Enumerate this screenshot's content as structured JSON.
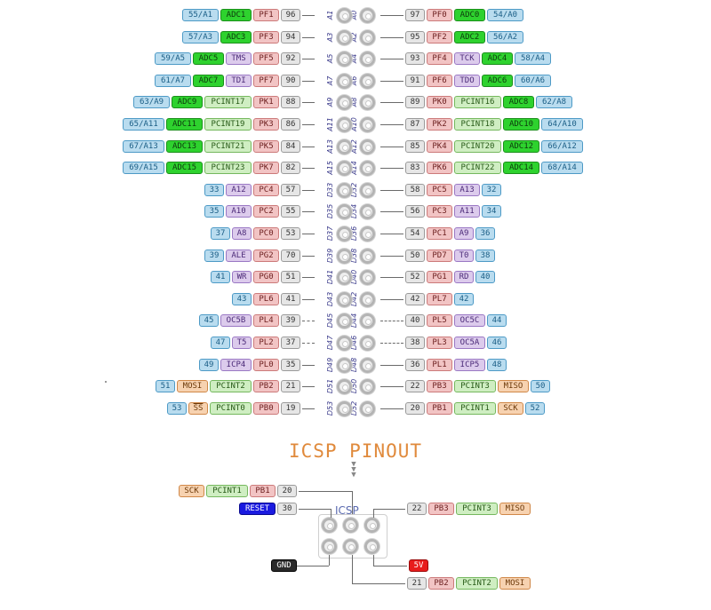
{
  "colors": {
    "arduino": {
      "bg": "#b9dcef",
      "border": "#4d9ac6",
      "text": "#1b5e86"
    },
    "adc": {
      "bg": "#2ed22e",
      "border": "#1a8f1a",
      "text": "#0d3a0d"
    },
    "port": {
      "bg": "#f2c4c4",
      "border": "#cc7a7a",
      "text": "#6d2020"
    },
    "pin": {
      "bg": "#e6e6e6",
      "border": "#9a9a9a",
      "text": "#333333"
    },
    "pcint": {
      "bg": "#cfeec2",
      "border": "#75b85e",
      "text": "#275a17"
    },
    "func": {
      "bg": "#dccbec",
      "border": "#9a78c4",
      "text": "#4b2a78"
    },
    "serial": {
      "bg": "#f7d2b0",
      "border": "#d08848",
      "text": "#6d3a0a"
    },
    "reset": {
      "bg": "#1a1ae0",
      "border": "#0a0a90",
      "text": "#ffffff"
    },
    "gnd": {
      "bg": "#2a2a2a",
      "border": "#000000",
      "text": "#ffffff"
    },
    "power": {
      "bg": "#e81c1c",
      "border": "#9a0a0a",
      "text": "#ffffff"
    }
  },
  "header": {
    "rows": [
      {
        "left": [
          [
            "55/A1",
            "arduino"
          ],
          [
            "ADC1",
            "adc"
          ],
          [
            "PF1",
            "port"
          ],
          [
            "96",
            "pin"
          ]
        ],
        "lp": "A1",
        "rp": "A0",
        "right": [
          [
            "97",
            "pin"
          ],
          [
            "PF0",
            "port"
          ],
          [
            "ADC0",
            "adc"
          ],
          [
            "54/A0",
            "arduino"
          ]
        ]
      },
      {
        "left": [
          [
            "57/A3",
            "arduino"
          ],
          [
            "ADC3",
            "adc"
          ],
          [
            "PF3",
            "port"
          ],
          [
            "94",
            "pin"
          ]
        ],
        "lp": "A3",
        "rp": "A2",
        "right": [
          [
            "95",
            "pin"
          ],
          [
            "PF2",
            "port"
          ],
          [
            "ADC2",
            "adc"
          ],
          [
            "56/A2",
            "arduino"
          ]
        ]
      },
      {
        "left": [
          [
            "59/A5",
            "arduino"
          ],
          [
            "ADC5",
            "adc"
          ],
          [
            "TMS",
            "func"
          ],
          [
            "PF5",
            "port"
          ],
          [
            "92",
            "pin"
          ]
        ],
        "lp": "A5",
        "rp": "A4",
        "right": [
          [
            "93",
            "pin"
          ],
          [
            "PF4",
            "port"
          ],
          [
            "TCK",
            "func"
          ],
          [
            "ADC4",
            "adc"
          ],
          [
            "58/A4",
            "arduino"
          ]
        ]
      },
      {
        "left": [
          [
            "61/A7",
            "arduino"
          ],
          [
            "ADC7",
            "adc"
          ],
          [
            "TDI",
            "func"
          ],
          [
            "PF7",
            "port"
          ],
          [
            "90",
            "pin"
          ]
        ],
        "lp": "A7",
        "rp": "A6",
        "right": [
          [
            "91",
            "pin"
          ],
          [
            "PF6",
            "port"
          ],
          [
            "TDO",
            "func"
          ],
          [
            "ADC6",
            "adc"
          ],
          [
            "60/A6",
            "arduino"
          ]
        ]
      },
      {
        "left": [
          [
            "63/A9",
            "arduino"
          ],
          [
            "ADC9",
            "adc"
          ],
          [
            "PCINT17",
            "pcint"
          ],
          [
            "PK1",
            "port"
          ],
          [
            "88",
            "pin"
          ]
        ],
        "lp": "A9",
        "rp": "A8",
        "right": [
          [
            "89",
            "pin"
          ],
          [
            "PK0",
            "port"
          ],
          [
            "PCINT16",
            "pcint"
          ],
          [
            "ADC8",
            "adc"
          ],
          [
            "62/A8",
            "arduino"
          ]
        ]
      },
      {
        "left": [
          [
            "65/A11",
            "arduino"
          ],
          [
            "ADC11",
            "adc"
          ],
          [
            "PCINT19",
            "pcint"
          ],
          [
            "PK3",
            "port"
          ],
          [
            "86",
            "pin"
          ]
        ],
        "lp": "A11",
        "rp": "A10",
        "right": [
          [
            "87",
            "pin"
          ],
          [
            "PK2",
            "port"
          ],
          [
            "PCINT18",
            "pcint"
          ],
          [
            "ADC10",
            "adc"
          ],
          [
            "64/A10",
            "arduino"
          ]
        ]
      },
      {
        "left": [
          [
            "67/A13",
            "arduino"
          ],
          [
            "ADC13",
            "adc"
          ],
          [
            "PCINT21",
            "pcint"
          ],
          [
            "PK5",
            "port"
          ],
          [
            "84",
            "pin"
          ]
        ],
        "lp": "A13",
        "rp": "A12",
        "right": [
          [
            "85",
            "pin"
          ],
          [
            "PK4",
            "port"
          ],
          [
            "PCINT20",
            "pcint"
          ],
          [
            "ADC12",
            "adc"
          ],
          [
            "66/A12",
            "arduino"
          ]
        ]
      },
      {
        "left": [
          [
            "69/A15",
            "arduino"
          ],
          [
            "ADC15",
            "adc"
          ],
          [
            "PCINT23",
            "pcint"
          ],
          [
            "PK7",
            "port"
          ],
          [
            "82",
            "pin"
          ]
        ],
        "lp": "A15",
        "rp": "A14",
        "right": [
          [
            "83",
            "pin"
          ],
          [
            "PK6",
            "port"
          ],
          [
            "PCINT22",
            "pcint"
          ],
          [
            "ADC14",
            "adc"
          ],
          [
            "68/A14",
            "arduino"
          ]
        ]
      },
      {
        "left": [
          [
            "33",
            "arduino"
          ],
          [
            "A12",
            "func"
          ],
          [
            "PC4",
            "port"
          ],
          [
            "57",
            "pin"
          ]
        ],
        "lp": "D33",
        "rp": "D32",
        "right": [
          [
            "58",
            "pin"
          ],
          [
            "PC5",
            "port"
          ],
          [
            "A13",
            "func"
          ],
          [
            "32",
            "arduino"
          ]
        ]
      },
      {
        "left": [
          [
            "35",
            "arduino"
          ],
          [
            "A10",
            "func"
          ],
          [
            "PC2",
            "port"
          ],
          [
            "55",
            "pin"
          ]
        ],
        "lp": "D35",
        "rp": "D34",
        "right": [
          [
            "56",
            "pin"
          ],
          [
            "PC3",
            "port"
          ],
          [
            "A11",
            "func"
          ],
          [
            "34",
            "arduino"
          ]
        ]
      },
      {
        "left": [
          [
            "37",
            "arduino"
          ],
          [
            "A8",
            "func"
          ],
          [
            "PC0",
            "port"
          ],
          [
            "53",
            "pin"
          ]
        ],
        "lp": "D37",
        "rp": "D36",
        "right": [
          [
            "54",
            "pin"
          ],
          [
            "PC1",
            "port"
          ],
          [
            "A9",
            "func"
          ],
          [
            "36",
            "arduino"
          ]
        ]
      },
      {
        "left": [
          [
            "39",
            "arduino"
          ],
          [
            "ALE",
            "func"
          ],
          [
            "PG2",
            "port"
          ],
          [
            "70",
            "pin"
          ]
        ],
        "lp": "D39",
        "rp": "D38",
        "right": [
          [
            "50",
            "pin"
          ],
          [
            "PD7",
            "port"
          ],
          [
            "T0",
            "func"
          ],
          [
            "38",
            "arduino"
          ]
        ]
      },
      {
        "left": [
          [
            "41",
            "arduino"
          ],
          [
            "WR",
            "func"
          ],
          [
            "PG0",
            "port"
          ],
          [
            "51",
            "pin"
          ]
        ],
        "lp": "D41",
        "rp": "D40",
        "right": [
          [
            "52",
            "pin"
          ],
          [
            "PG1",
            "port"
          ],
          [
            "RD",
            "func"
          ],
          [
            "40",
            "arduino"
          ]
        ]
      },
      {
        "left": [
          [
            "43",
            "arduino"
          ],
          [
            "PL6",
            "port"
          ],
          [
            "41",
            "pin"
          ]
        ],
        "lp": "D43",
        "rp": "D42",
        "right": [
          [
            "42",
            "pin"
          ],
          [
            "PL7",
            "port"
          ],
          [
            "42",
            "arduino"
          ]
        ]
      },
      {
        "left": [
          [
            "45",
            "arduino"
          ],
          [
            "OC5B",
            "func"
          ],
          [
            "PL4",
            "port"
          ],
          [
            "39",
            "pin"
          ]
        ],
        "lp": "D45",
        "rp": "D44",
        "dashed": true,
        "right": [
          [
            "40",
            "pin"
          ],
          [
            "PL5",
            "port"
          ],
          [
            "OC5C",
            "func"
          ],
          [
            "44",
            "arduino"
          ]
        ]
      },
      {
        "left": [
          [
            "47",
            "arduino"
          ],
          [
            "T5",
            "func"
          ],
          [
            "PL2",
            "port"
          ],
          [
            "37",
            "pin"
          ]
        ],
        "lp": "D47",
        "rp": "D46",
        "dashed": true,
        "right": [
          [
            "38",
            "pin"
          ],
          [
            "PL3",
            "port"
          ],
          [
            "OC5A",
            "func"
          ],
          [
            "46",
            "arduino"
          ]
        ]
      },
      {
        "left": [
          [
            "49",
            "arduino"
          ],
          [
            "ICP4",
            "func"
          ],
          [
            "PL0",
            "port"
          ],
          [
            "35",
            "pin"
          ]
        ],
        "lp": "D49",
        "rp": "D48",
        "right": [
          [
            "36",
            "pin"
          ],
          [
            "PL1",
            "port"
          ],
          [
            "ICP5",
            "func"
          ],
          [
            "48",
            "arduino"
          ]
        ]
      },
      {
        "left": [
          [
            "51",
            "arduino"
          ],
          [
            "MOSI",
            "serial"
          ],
          [
            "PCINT2",
            "pcint"
          ],
          [
            "PB2",
            "port"
          ],
          [
            "21",
            "pin"
          ]
        ],
        "lp": "D51",
        "rp": "D50",
        "right": [
          [
            "22",
            "pin"
          ],
          [
            "PB3",
            "port"
          ],
          [
            "PCINT3",
            "pcint"
          ],
          [
            "MISO",
            "serial"
          ],
          [
            "50",
            "arduino"
          ]
        ]
      },
      {
        "left": [
          [
            "53",
            "arduino"
          ],
          [
            "SS",
            "serial"
          ],
          [
            "PCINT0",
            "pcint"
          ],
          [
            "PB0",
            "port"
          ],
          [
            "19",
            "pin"
          ]
        ],
        "lp": "D53",
        "rp": "D52",
        "right": [
          [
            "20",
            "pin"
          ],
          [
            "PB1",
            "port"
          ],
          [
            "PCINT1",
            "pcint"
          ],
          [
            "SCK",
            "serial"
          ],
          [
            "52",
            "arduino"
          ]
        ]
      }
    ]
  },
  "icsp": {
    "title": "ICSP PINOUT",
    "label": "ICSP",
    "chevrons": "▼\n▼\n▼",
    "left_rows": [
      [
        [
          "SCK",
          "serial"
        ],
        [
          "PCINT1",
          "pcint"
        ],
        [
          "PB1",
          "port"
        ],
        [
          "20",
          "pin"
        ]
      ],
      [
        [
          "RESET",
          "reset"
        ],
        [
          "30",
          "pin"
        ]
      ],
      [
        [
          "GND",
          "gnd"
        ]
      ]
    ],
    "right_rows": [
      [
        [
          "22",
          "pin"
        ],
        [
          "PB3",
          "port"
        ],
        [
          "PCINT3",
          "pcint"
        ],
        [
          "MISO",
          "serial"
        ]
      ],
      [
        [
          "5V",
          "power"
        ]
      ],
      [
        [
          "21",
          "pin"
        ],
        [
          "PB2",
          "port"
        ],
        [
          "PCINT2",
          "pcint"
        ],
        [
          "MOSI",
          "serial"
        ]
      ]
    ]
  }
}
